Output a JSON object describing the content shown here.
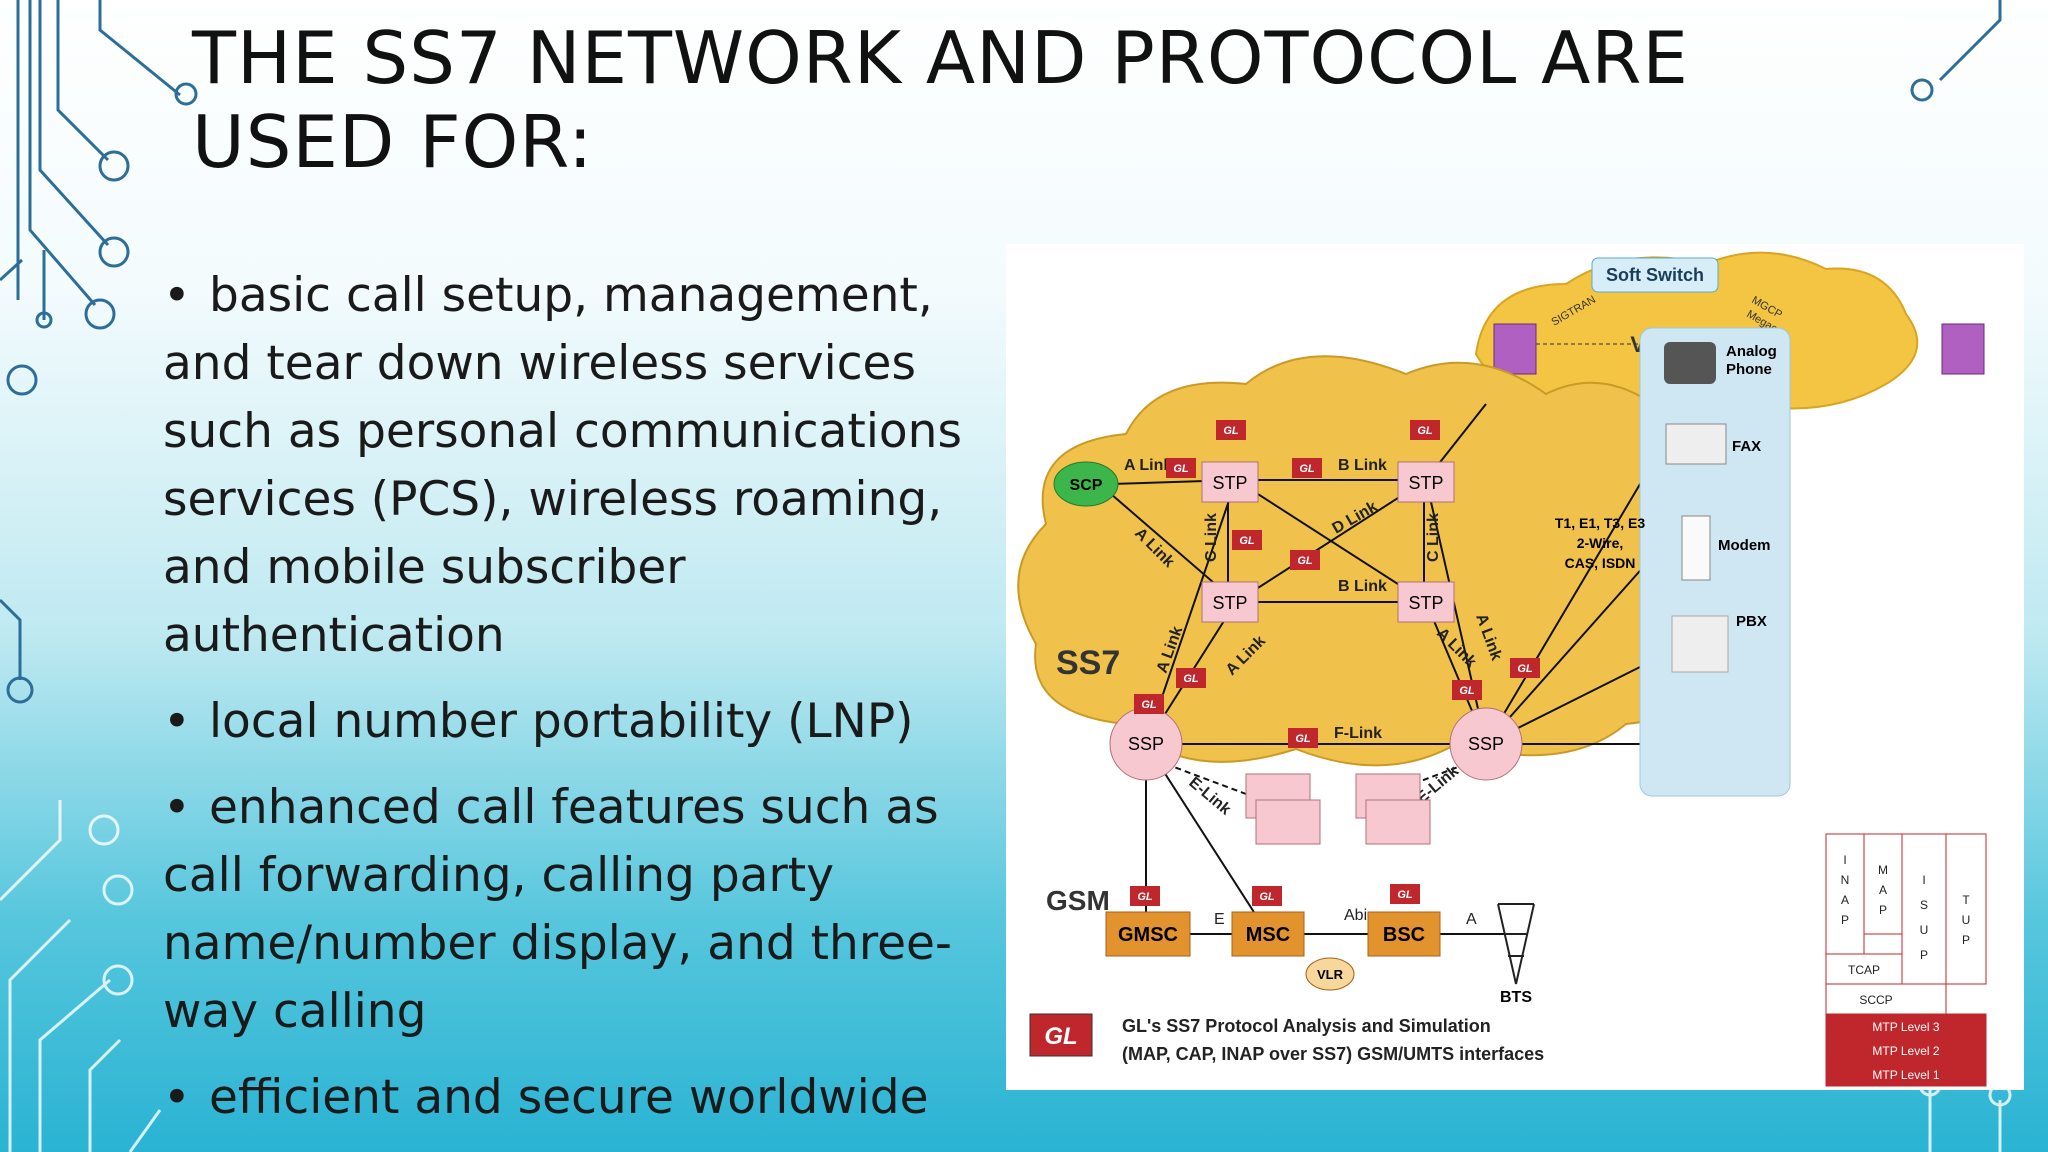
{
  "slide": {
    "title": "THE SS7 NETWORK AND PROTOCOL ARE USED FOR:",
    "bullets": [
      "basic call setup, management, and tear down wireless services such as personal communications services (PCS), wireless roaming, and mobile subscriber authentication",
      "local number portability (LNP)",
      "enhanced call features such as call forwarding, calling party name/number display, and three-way calling",
      "efficient and secure worldwide"
    ]
  },
  "diagram": {
    "soft_switch": "Soft Switch",
    "voip": "VoIP",
    "sigtran": "SIGTRAN",
    "mgcp": "MGCP",
    "megaco": "Megaco",
    "ss7": "SS7",
    "gsm": "GSM",
    "scp": "SCP",
    "stp": "STP",
    "ssp": "SSP",
    "gmsc": "GMSC",
    "msc": "MSC",
    "vlr": "VLR",
    "bsc": "BSC",
    "bts": "BTS",
    "gl": "GL",
    "links": {
      "a_link": "A Link",
      "b_link": "B Link",
      "c_link": "C Link",
      "d_link": "D Link",
      "e_link": "E-Link",
      "f_link": "F-Link",
      "e": "E",
      "abis": "Abis",
      "a": "A"
    },
    "devices": {
      "analog_phone_1": "Analog",
      "analog_phone_2": "Phone",
      "fax": "FAX",
      "modem": "Modem",
      "pbx": "PBX",
      "trunk_1": "T1, E1, T3, E3",
      "trunk_2": "2-Wire,",
      "trunk_3": "CAS, ISDN"
    },
    "stack": {
      "inap": [
        "I",
        "N",
        "A",
        "P"
      ],
      "map": [
        "M",
        "A",
        "P"
      ],
      "isup": [
        "I",
        "S",
        "U",
        "P"
      ],
      "tup": [
        "T",
        "U",
        "P"
      ],
      "tcap": "TCAP",
      "sccp": "SCCP",
      "mtp3": "MTP Level 3",
      "mtp2": "MTP Level 2",
      "mtp1": "MTP Level 1"
    },
    "caption_1": "GL's SS7 Protocol Analysis and Simulation",
    "caption_2": "(MAP, CAP, INAP over SS7) GSM/UMTS interfaces",
    "colors": {
      "cloud": "#f0c040",
      "node": "#f8c8d0",
      "gl_red": "#c0272d",
      "accent": "#1e7fb5"
    }
  }
}
